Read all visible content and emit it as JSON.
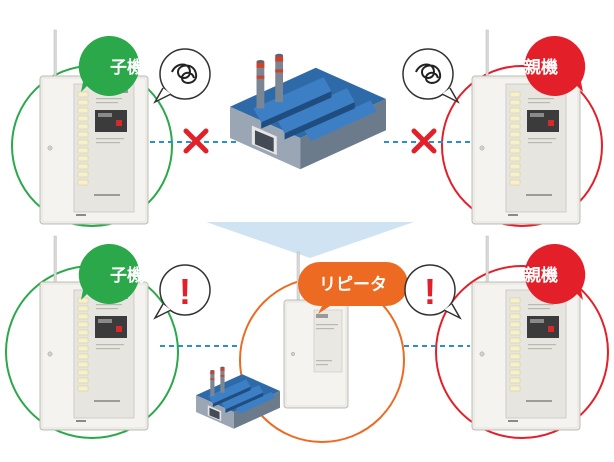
{
  "labels": {
    "child": "子機",
    "parent": "親機",
    "repeater": "リピータ"
  },
  "colors": {
    "child_green": "#2aa84a",
    "parent_red": "#e3202a",
    "repeater_orange": "#ec6a22",
    "cross_red": "#e3202a",
    "link_blue": "#2a8fd0",
    "arrow_blue": "#cfe3f3"
  },
  "icons": {
    "noise_bubble": "scribble-speech-bubble-icon",
    "alert_bubble": "exclamation-speech-bubble-icon",
    "blocked_link": "red-x-icon",
    "obstacle": "factory-icon",
    "device": "control-panel-device-icon"
  },
  "alerts": {
    "mark": "!"
  }
}
